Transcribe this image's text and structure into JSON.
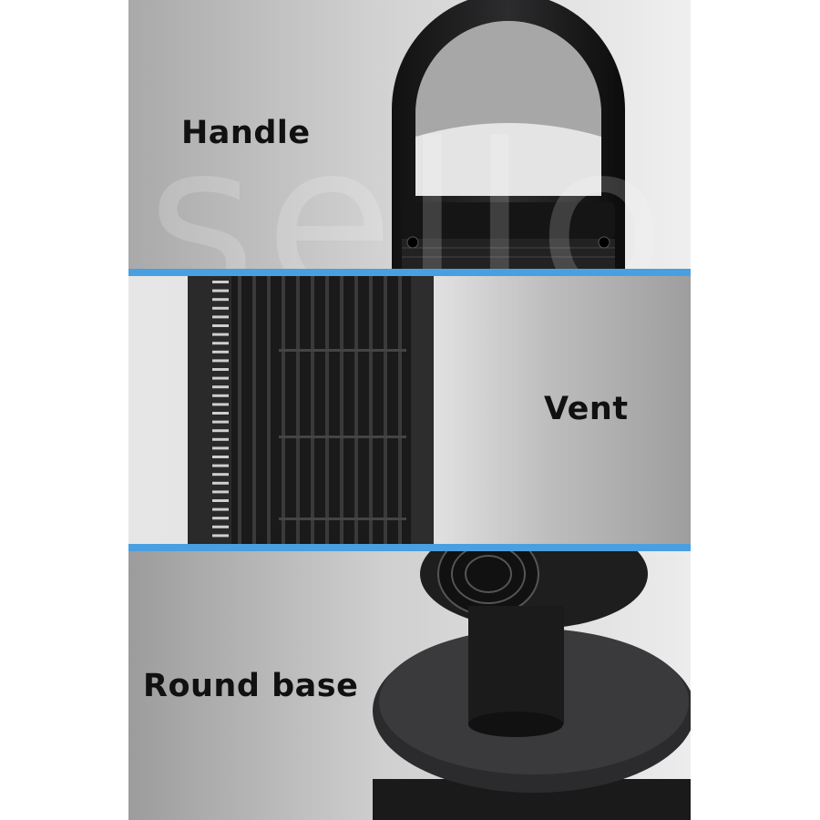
{
  "labels": {
    "handle": "Handle",
    "vent": "Vent",
    "base": "Round base"
  },
  "watermark": "sello",
  "colors": {
    "divider": "#4a9fe0",
    "product": "#1c1c1e"
  }
}
